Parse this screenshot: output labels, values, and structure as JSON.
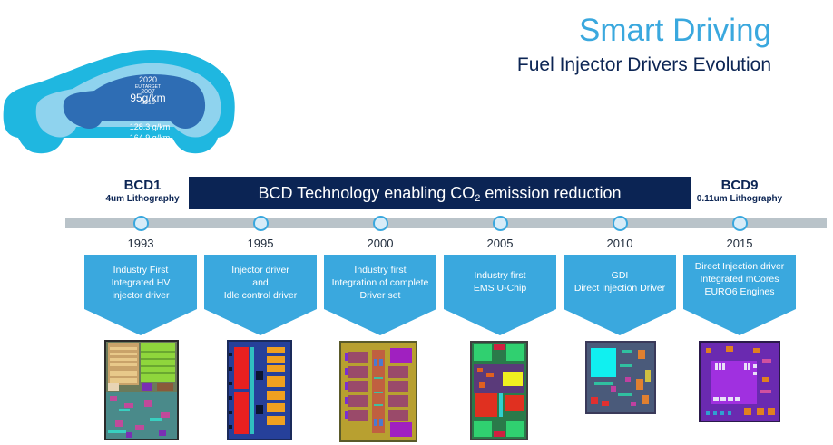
{
  "header": {
    "title": "Smart Driving",
    "subtitle": "Fuel Injector Drivers Evolution"
  },
  "car_graphic": {
    "labels": {
      "year_2007": "2007",
      "year_2013": "2013",
      "year_2020": "2020",
      "eu_target": "EU TARGET",
      "target_value": "95g/km",
      "value_2013": "128.3 g/km",
      "value_2007": "164.9 g/km"
    },
    "colors": {
      "outer": "#1fb7e0",
      "middle": "#8fd3ee",
      "inner": "#2e6db4"
    }
  },
  "bcd_start": {
    "name": "BCD1",
    "litho": "4um Lithography"
  },
  "bcd_end": {
    "name": "BCD9",
    "litho": "0.11um Lithography"
  },
  "banner": {
    "text_before": "BCD Technology enabling CO",
    "subscript": "2",
    "text_after": " emission reduction"
  },
  "timeline": {
    "milestones": [
      {
        "year": "1993",
        "lines": [
          "Industry First",
          "Integrated HV",
          "injector driver"
        ],
        "chip": "chip-1993"
      },
      {
        "year": "1995",
        "lines": [
          "Injector driver",
          "and",
          "Idle control driver"
        ],
        "chip": "chip-1995"
      },
      {
        "year": "2000",
        "lines": [
          "Industry first",
          "Integration of complete",
          "Driver set"
        ],
        "chip": "chip-2000"
      },
      {
        "year": "2005",
        "lines": [
          "Industry first",
          "EMS U-Chip"
        ],
        "chip": "chip-2005"
      },
      {
        "year": "2010",
        "lines": [
          "GDI",
          "Direct Injection Driver"
        ],
        "chip": "chip-2010"
      },
      {
        "year": "2015",
        "lines": [
          "Direct Injection driver",
          "Integrated mCores",
          "EURO6 Engines"
        ],
        "chip": "chip-2015"
      }
    ]
  },
  "colors": {
    "accent": "#3aa8de",
    "navy": "#0b2454",
    "timeline": "#b9c3c9"
  }
}
